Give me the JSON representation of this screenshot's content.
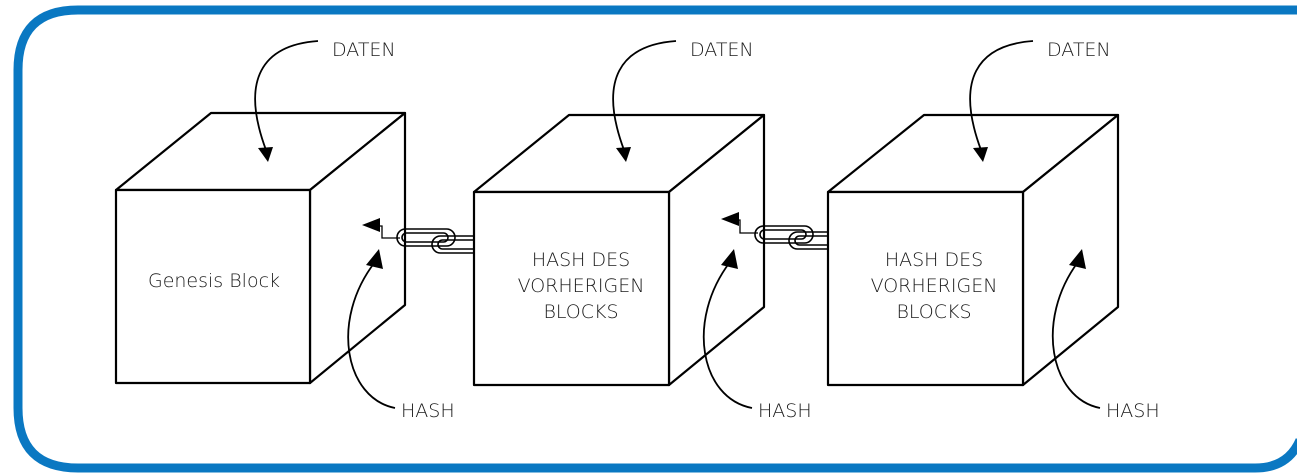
{
  "colors": {
    "frame": "#0a78c2",
    "stroke": "#000000",
    "text": "#1a1a1a",
    "background": "#ffffff"
  },
  "icons": {
    "link": "paperclip-icon",
    "connector": "arrow-icon"
  },
  "blocks": [
    {
      "data_label": "DATEN",
      "hash_label": "HASH",
      "front_text": [
        "Genesis Block"
      ]
    },
    {
      "data_label": "DATEN",
      "hash_label": "HASH",
      "front_text": [
        "HASH DES",
        "VORHERIGEN",
        "BLOCKS"
      ]
    },
    {
      "data_label": "DATEN",
      "hash_label": "HASH",
      "front_text": [
        "HASH DES",
        "VORHERIGEN",
        "BLOCKS"
      ]
    }
  ]
}
